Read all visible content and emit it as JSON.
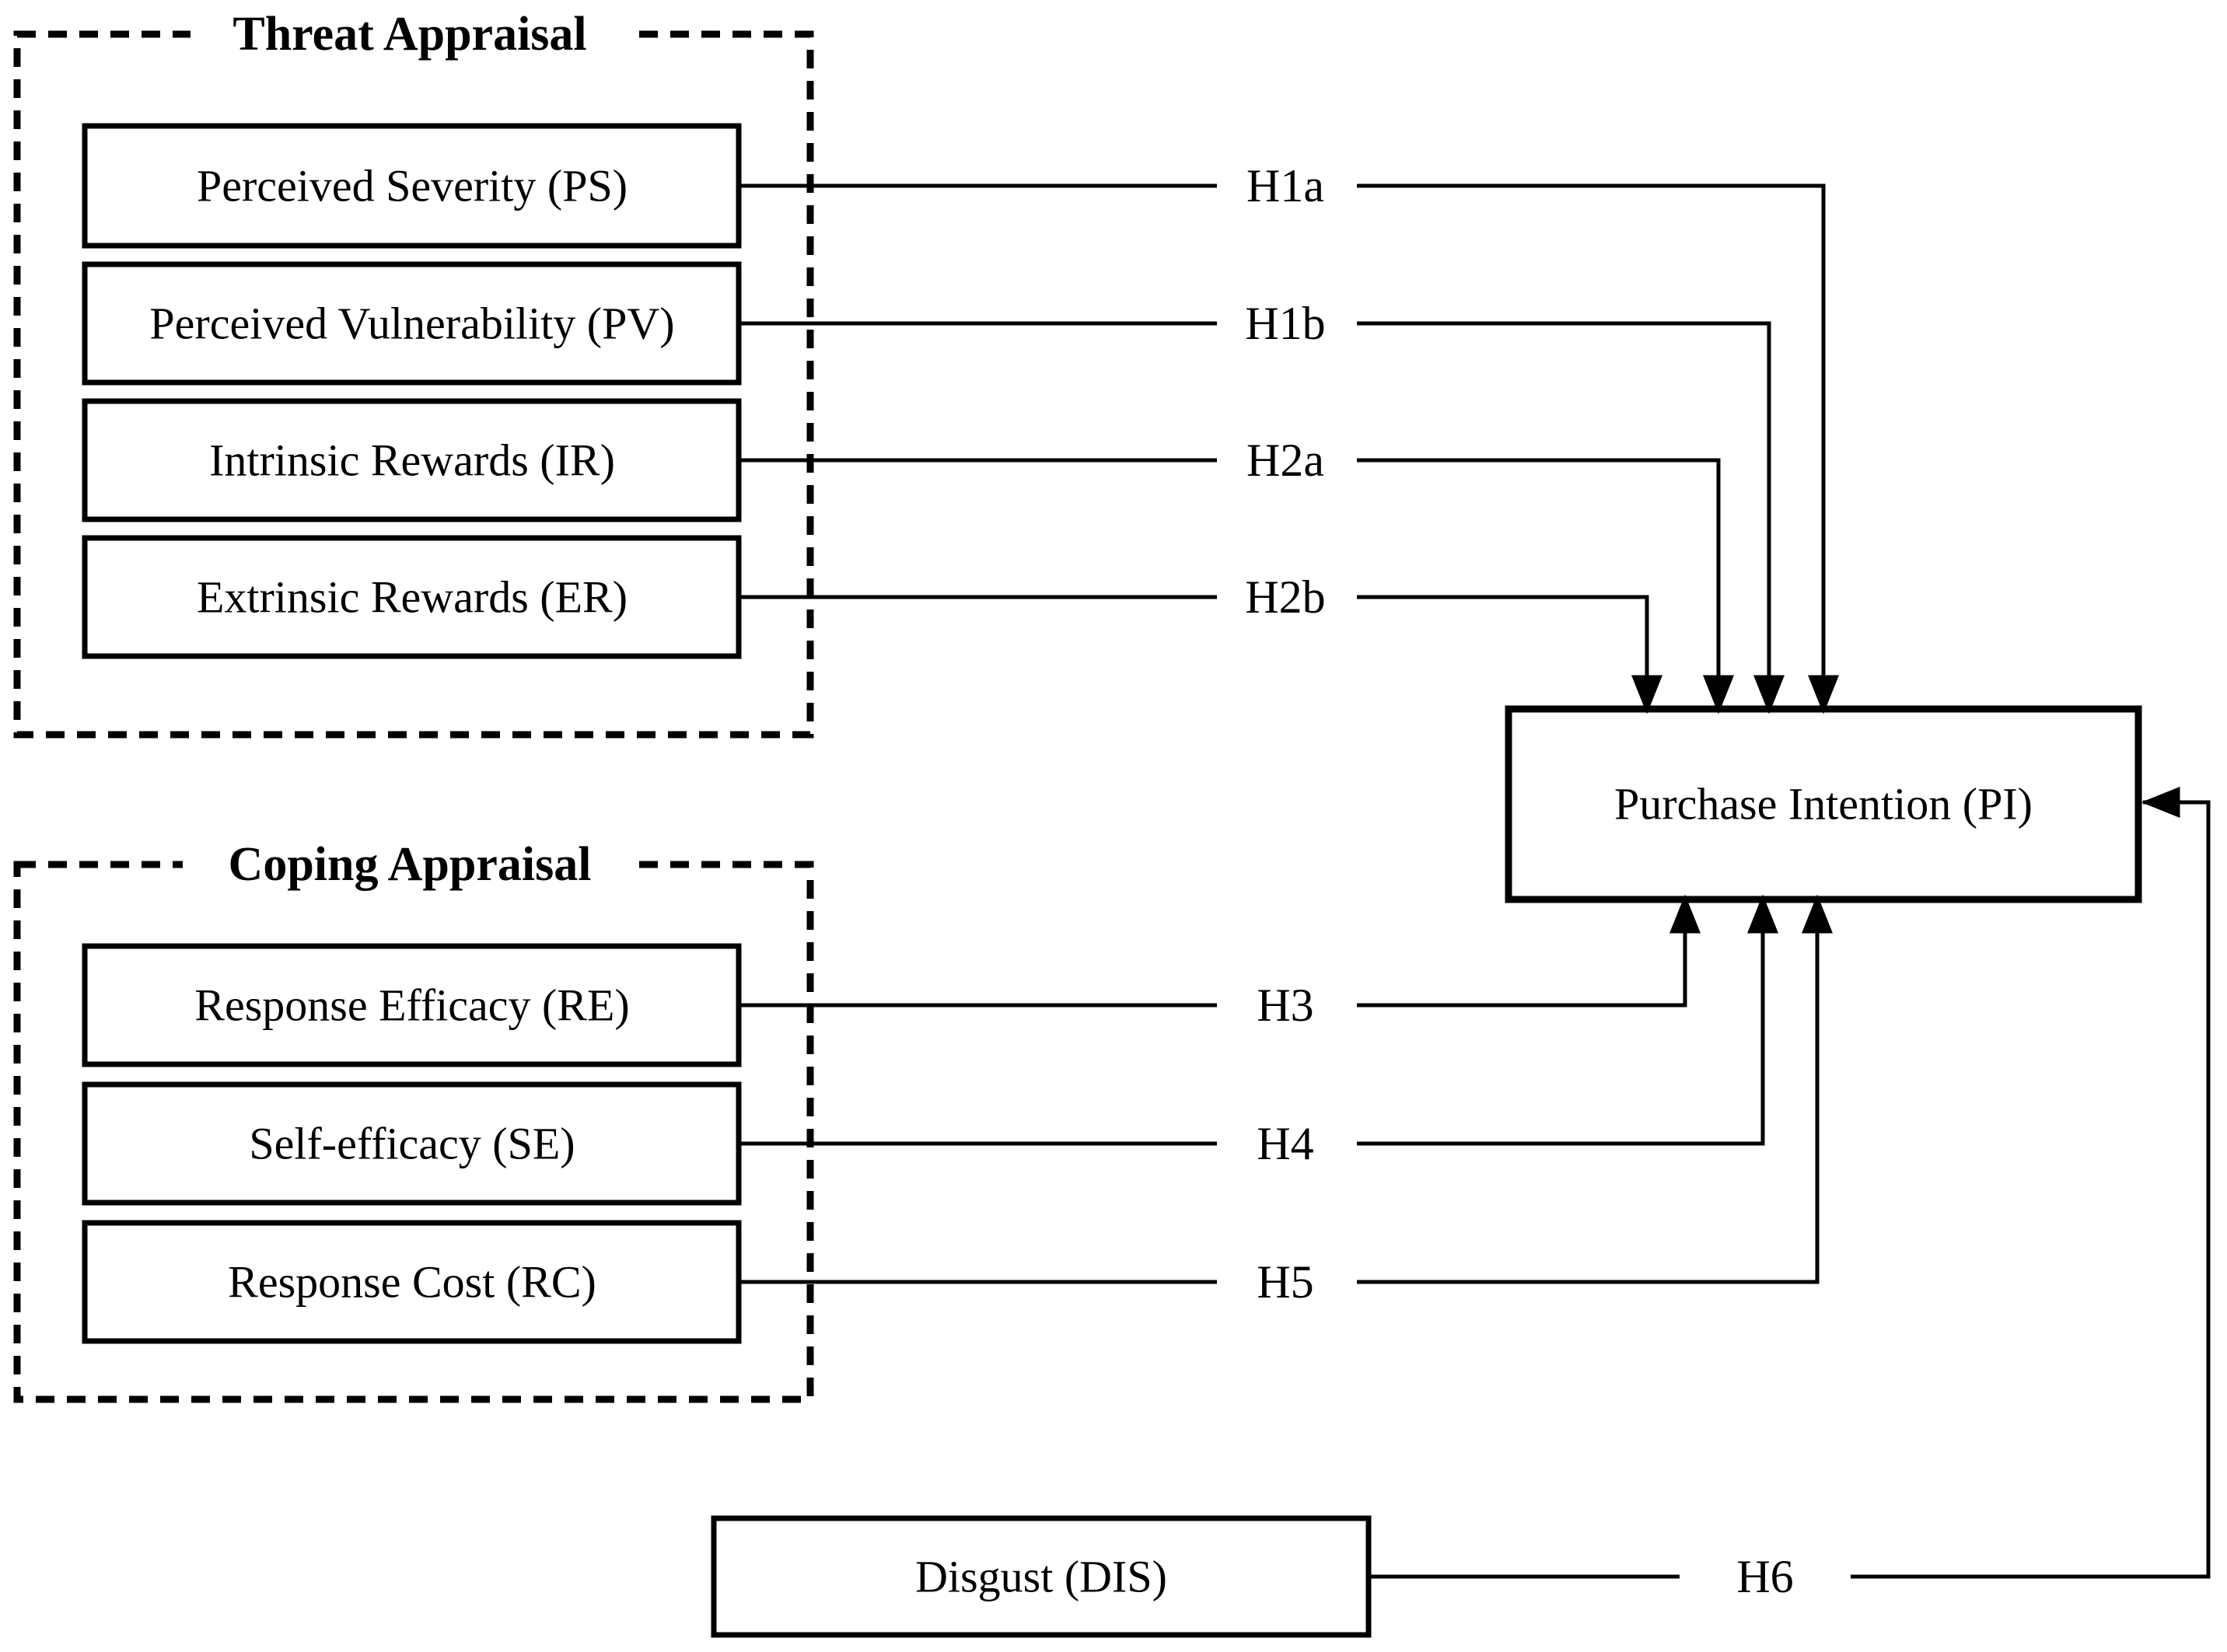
{
  "figure": {
    "background_color": "#ffffff",
    "line_color": "#000000",
    "threat_group": {
      "title": "Threat Appraisal",
      "boxes": [
        {
          "label": "Perceived Severity (PS)"
        },
        {
          "label": "Perceived Vulnerability (PV)"
        },
        {
          "label": "Intrinsic Rewards (IR)"
        },
        {
          "label": "Extrinsic Rewards (ER)"
        }
      ]
    },
    "coping_group": {
      "title": "Coping Appraisal",
      "boxes": [
        {
          "label": "Response Efficacy (RE)"
        },
        {
          "label": "Self-efficacy (SE)"
        },
        {
          "label": "Response Cost (RC)"
        }
      ]
    },
    "outcome": {
      "label": "Purchase Intention (PI)"
    },
    "emotion": {
      "label": "Disgust (DIS)",
      "fill": "#f1f1f1"
    },
    "hypotheses": [
      {
        "label": "H1a",
        "from": "Perceived Severity (PS)",
        "to": "Purchase Intention (PI)"
      },
      {
        "label": "H1b",
        "from": "Perceived Vulnerability (PV)",
        "to": "Purchase Intention (PI)"
      },
      {
        "label": "H2a",
        "from": "Intrinsic Rewards (IR)",
        "to": "Purchase Intention (PI)"
      },
      {
        "label": "H2b",
        "from": "Extrinsic Rewards (ER)",
        "to": "Purchase Intention (PI)"
      },
      {
        "label": "H3",
        "from": "Response Efficacy (RE)",
        "to": "Purchase Intention (PI)"
      },
      {
        "label": "H4",
        "from": "Self-efficacy (SE)",
        "to": "Purchase Intention (PI)"
      },
      {
        "label": "H5",
        "from": "Response Cost (RC)",
        "to": "Purchase Intention (PI)"
      },
      {
        "label": "H6",
        "from": "Disgust (DIS)",
        "to": "Purchase Intention (PI)"
      }
    ]
  }
}
